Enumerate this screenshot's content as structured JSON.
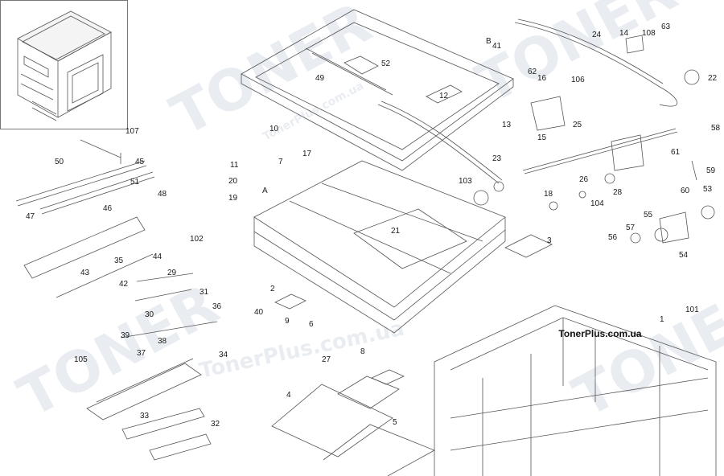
{
  "watermark_text": "TonerPlus.com.ua",
  "brand_label": "TonerPlus.com.ua",
  "part_labels": [
    "1",
    "2",
    "3",
    "4",
    "5",
    "6",
    "7",
    "8",
    "9",
    "10",
    "11",
    "12",
    "13",
    "14",
    "15",
    "16",
    "17",
    "18",
    "19",
    "20",
    "21",
    "22",
    "23",
    "24",
    "25",
    "26",
    "27",
    "28",
    "29",
    "30",
    "31",
    "32",
    "33",
    "34",
    "35",
    "36",
    "37",
    "38",
    "39",
    "40",
    "41",
    "42",
    "43",
    "44",
    "45",
    "46",
    "47",
    "48",
    "49",
    "50",
    "51",
    "52",
    "53",
    "54",
    "55",
    "56",
    "57",
    "58",
    "59",
    "60",
    "61",
    "62",
    "63",
    "101",
    "102",
    "103",
    "104",
    "105",
    "106",
    "107",
    "108",
    "A",
    "B"
  ],
  "colors": {
    "line": "#555555",
    "label": "#1a1a1a",
    "watermark": "#e9edf2",
    "background": "#ffffff"
  }
}
